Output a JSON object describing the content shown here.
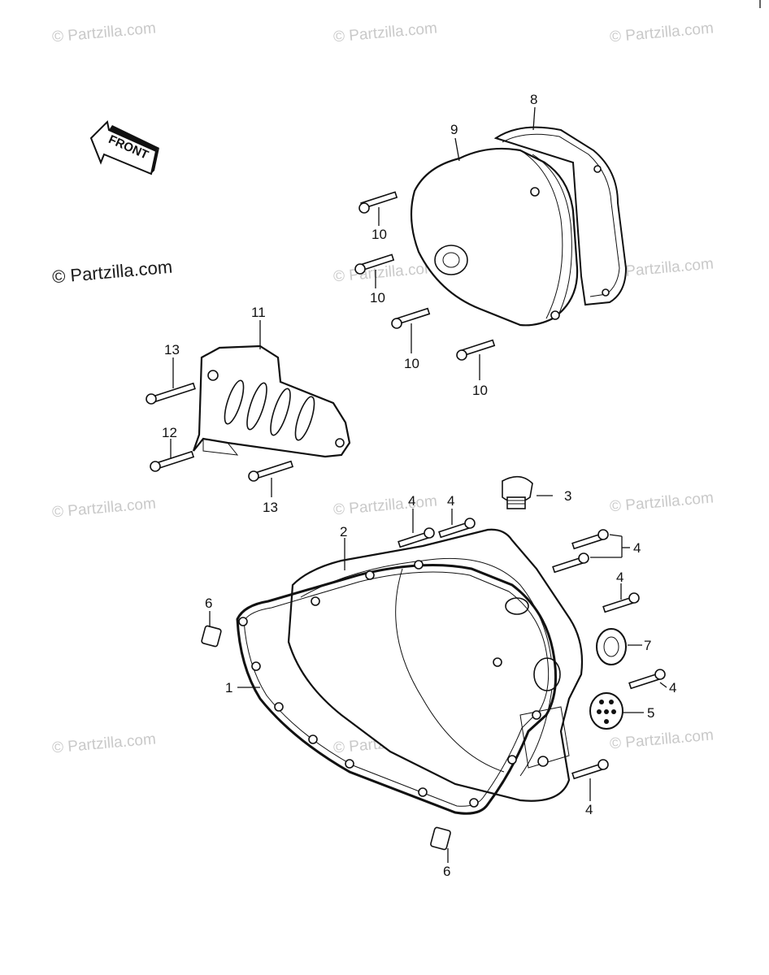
{
  "watermark": {
    "text": "© Partzilla.com",
    "main_text": "© Partzilla.com"
  },
  "front_label": "FRONT",
  "callouts": {
    "c1": "1",
    "c2": "2",
    "c3": "3",
    "c4a": "4",
    "c4b": "4",
    "c4c": "4",
    "c4d": "4",
    "c4e": "4",
    "c4f": "4",
    "c5": "5",
    "c6a": "6",
    "c6b": "6",
    "c7": "7",
    "c8": "8",
    "c9": "9",
    "c10a": "10",
    "c10b": "10",
    "c10c": "10",
    "c10d": "10",
    "c11": "11",
    "c12": "12",
    "c13a": "13",
    "c13b": "13"
  }
}
